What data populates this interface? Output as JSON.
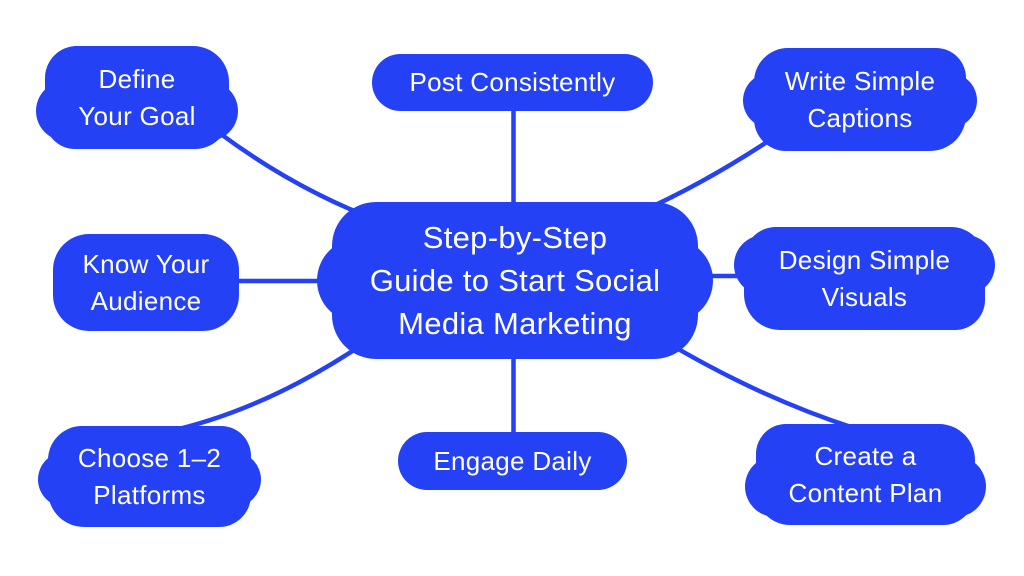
{
  "diagram": {
    "type": "mind-map",
    "background": "#FFFFFF",
    "center": {
      "id": "center-topic",
      "lines": [
        "Step-by-Step",
        "Guide to Start Social",
        "Media Marketing"
      ],
      "full_text": "Step-by-Step Guide to Start Social Media Marketing"
    },
    "nodes": [
      {
        "id": "define-your-goal",
        "lines": [
          "Define",
          "Your Goal"
        ],
        "full_text": "Define Your Goal"
      },
      {
        "id": "post-consistently",
        "lines": [
          "Post Consistently"
        ],
        "full_text": "Post Consistently"
      },
      {
        "id": "write-simple-captions",
        "lines": [
          "Write Simple",
          "Captions"
        ],
        "full_text": "Write Simple Captions"
      },
      {
        "id": "know-your-audience",
        "lines": [
          "Know Your",
          "Audience"
        ],
        "full_text": "Know Your Audience"
      },
      {
        "id": "design-simple-visuals",
        "lines": [
          "Design Simple",
          "Visuals"
        ],
        "full_text": "Design Simple Visuals"
      },
      {
        "id": "choose-platforms",
        "lines": [
          "Choose 1–2",
          "Platforms"
        ],
        "full_text": "Choose 1–2 Platforms"
      },
      {
        "id": "engage-daily",
        "lines": [
          "Engage Daily"
        ],
        "full_text": "Engage Daily"
      },
      {
        "id": "create-content-plan",
        "lines": [
          "Create a",
          "Content Plan"
        ],
        "full_text": "Create a Content Plan"
      }
    ],
    "connections": [
      {
        "from": "define-your-goal",
        "to": "center-topic"
      },
      {
        "from": "post-consistently",
        "to": "center-topic"
      },
      {
        "from": "write-simple-captions",
        "to": "center-topic"
      },
      {
        "from": "know-your-audience",
        "to": "center-topic"
      },
      {
        "from": "design-simple-visuals",
        "to": "center-topic"
      },
      {
        "from": "choose-platforms",
        "to": "center-topic"
      },
      {
        "from": "engage-daily",
        "to": "center-topic"
      },
      {
        "from": "create-content-plan",
        "to": "center-topic"
      }
    ]
  },
  "colors": {
    "node_fill": "#2441F6",
    "connector": "#2441F6",
    "text_color": "#FFFFFF",
    "bg": "#FFFFFF"
  }
}
